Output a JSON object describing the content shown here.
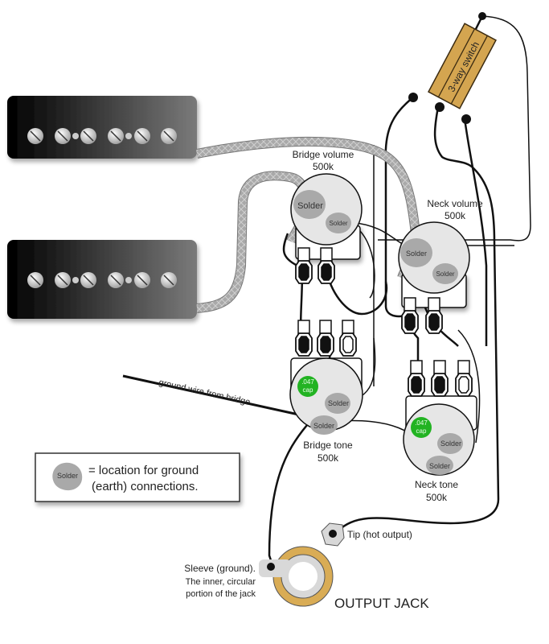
{
  "diagram": {
    "title": "Guitar wiring diagram (two P-90 pickups, 3-way switch, 2 volume, 2 tone, output jack)",
    "colors": {
      "wire": "#111111",
      "braid": "#a8a8a8",
      "solder": "#a9a9a9",
      "pot_body": "#e6e6e6",
      "cap": "#22b322",
      "switch": "#d4a550",
      "jack_ring": "#d9ac55",
      "jack_inner": "#d8d8d8"
    },
    "pickups": [
      {
        "name": "bridge-pickup",
        "poles": 6
      },
      {
        "name": "neck-pickup",
        "poles": 6
      }
    ],
    "switch": {
      "label": "3-way switch"
    },
    "pots": [
      {
        "id": "bridge-volume",
        "label": "Bridge volume",
        "value": "500k",
        "solder_points": [
          "Solder",
          "Solder"
        ]
      },
      {
        "id": "neck-volume",
        "label": "Neck volume",
        "value": "500k",
        "solder_points": [
          "Solder",
          "Solder"
        ]
      },
      {
        "id": "bridge-tone",
        "label": "Bridge tone",
        "value": "500k",
        "cap": ".047 cap",
        "cap_line1": ".047",
        "cap_line2": "cap",
        "solder_points": [
          "Solder",
          "Solder"
        ]
      },
      {
        "id": "neck-tone",
        "label": "Neck tone",
        "value": "500k",
        "cap": ".047 cap",
        "cap_line1": ".047",
        "cap_line2": "cap",
        "solder_points": [
          "Solder",
          "Solder"
        ]
      }
    ],
    "ground_wire_label": "ground wire from bridge",
    "legend": {
      "solder": "Solder",
      "line1": "= location for ground",
      "line2": "(earth) connections."
    },
    "jack": {
      "title": "OUTPUT JACK",
      "tip_label": "Tip (hot output)",
      "sleeve_line1": "Sleeve (ground).",
      "sleeve_line2": "The inner, circular",
      "sleeve_line3": "portion of the jack"
    }
  }
}
